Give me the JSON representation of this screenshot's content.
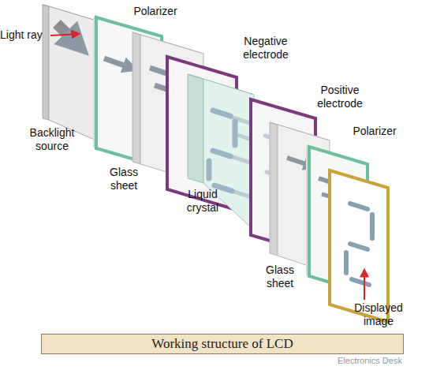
{
  "diagram": {
    "caption": "Working structure of LCD",
    "labels": [
      "Light ray",
      "Polarizer",
      "Negative electrode",
      "Backlight source",
      "Glass sheet",
      "Positive electrode",
      "Liquid crystal",
      "Polarizer",
      "Glass sheet",
      "Displayed image",
      "Electronics Desk"
    ]
  }
}
